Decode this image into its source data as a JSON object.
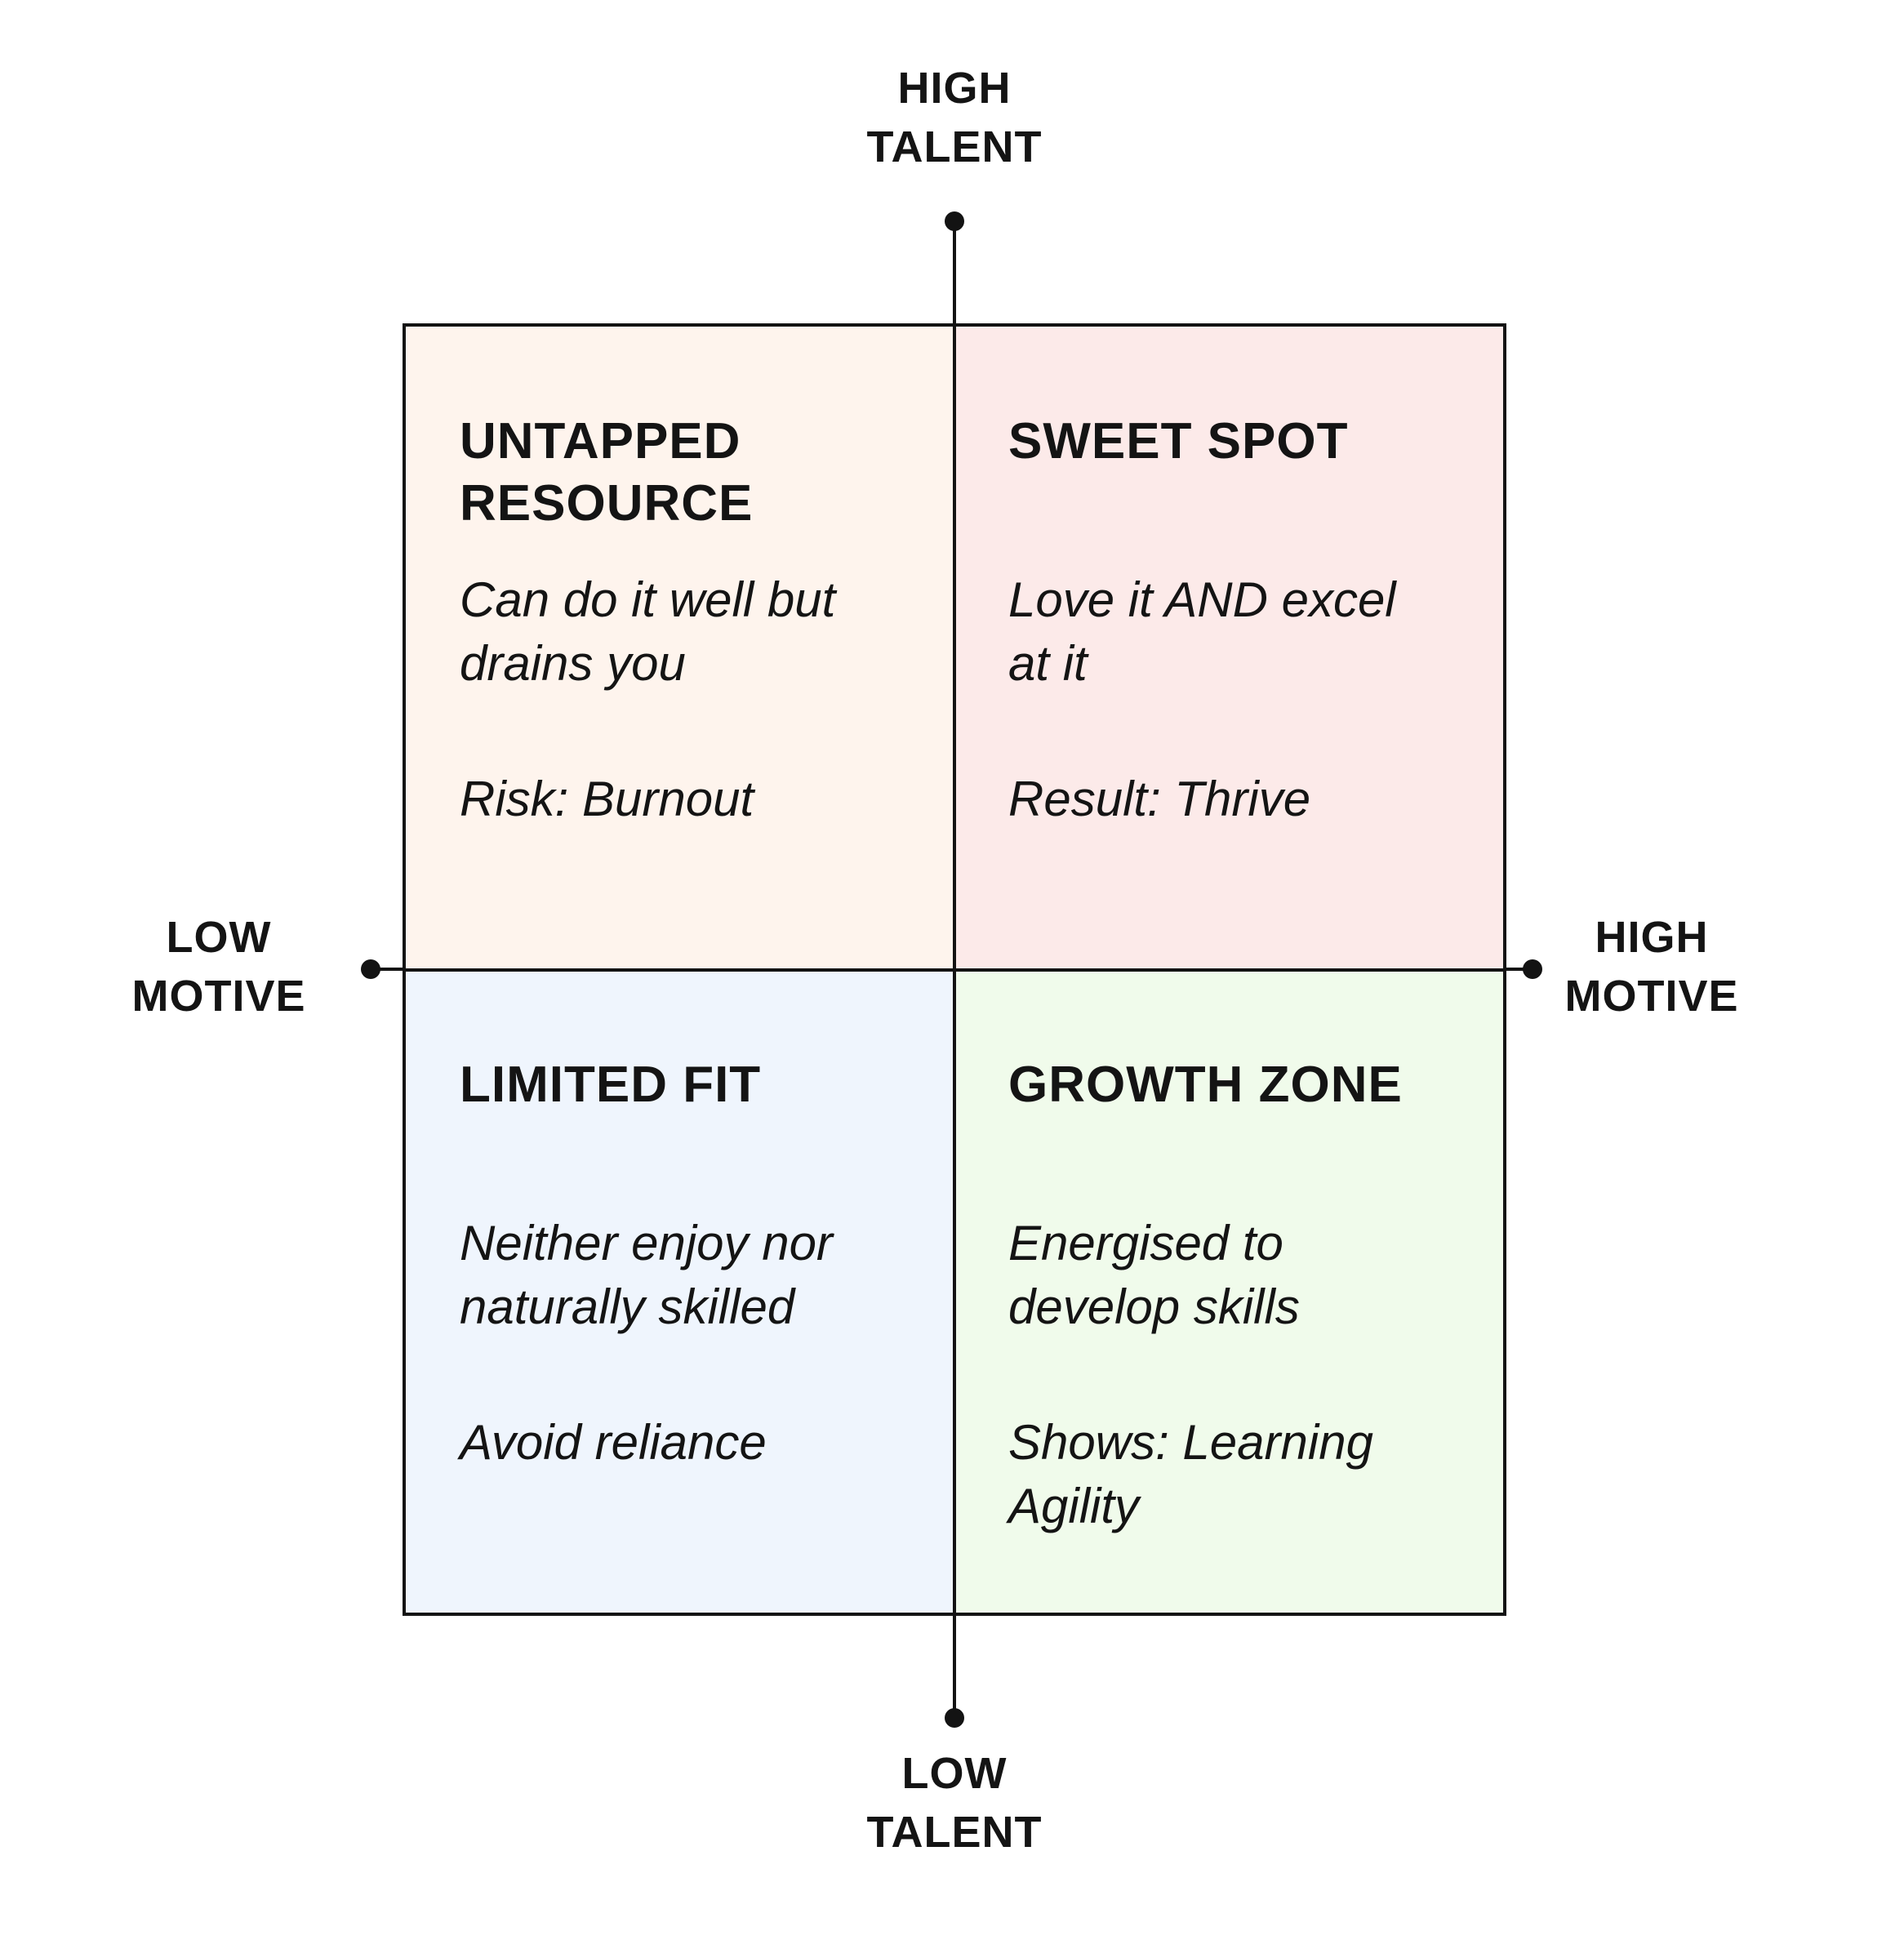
{
  "colors": {
    "line": "#131313",
    "text": "#141414",
    "background": "#ffffff",
    "untapped_bg": "#FEF4ED",
    "sweet_spot_bg": "#FCEAE9",
    "limited_fit_bg": "#EFF5FD",
    "growth_zone_bg": "#F0FBEB"
  },
  "axis_labels": {
    "top": {
      "line1": "HIGH",
      "line2": "TALENT"
    },
    "bottom": {
      "line1": "LOW",
      "line2": "TALENT"
    },
    "left": {
      "line1": "LOW",
      "line2": "MOTIVE"
    },
    "right": {
      "line1": "HIGH",
      "line2": "MOTIVE"
    }
  },
  "quadrants": {
    "top_left": {
      "title": "UNTAPPED\nRESOURCE",
      "description": "Can do it well but\ndrains you",
      "tag": "Risk: Burnout",
      "bg": "#FEF4ED"
    },
    "top_right": {
      "title": "SWEET SPOT",
      "description": "Love it AND excel\nat it",
      "tag": "Result: Thrive",
      "bg": "#FCEAE9"
    },
    "bottom_left": {
      "title": "LIMITED FIT",
      "description": "Neither enjoy nor\nnaturally skilled",
      "tag": "Avoid reliance",
      "bg": "#EFF5FD"
    },
    "bottom_right": {
      "title": "GROWTH ZONE",
      "description": "Energised to\ndevelop skills",
      "tag": "Shows: Learning\nAgility",
      "bg": "#F0FBEB"
    }
  }
}
